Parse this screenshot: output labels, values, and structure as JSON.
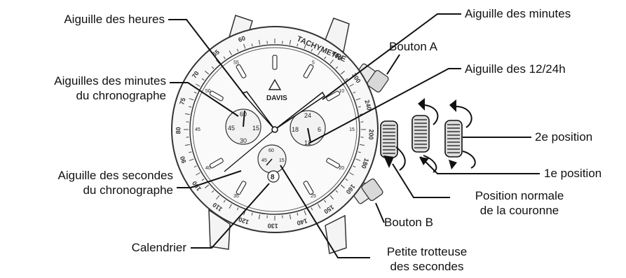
{
  "labels": {
    "hour_hand": "Aiguille des heures",
    "minute_hand": "Aiguille des minutes",
    "button_a": "Bouton A",
    "hand_12_24h": "Aiguille des 12/24h",
    "chrono_minute_hands": [
      "Aiguilles des minutes",
      "du chronographe"
    ],
    "second_position": "2e position",
    "first_position": "1e position",
    "chrono_second_hand": [
      "Aiguille des secondes",
      "du chronographe"
    ],
    "crown_normal_position": [
      "Position normale",
      "de la couronne"
    ],
    "button_b": "Bouton B",
    "calendar": "Calendrier",
    "small_seconds": [
      "Petite trotteuse",
      "des secondes"
    ]
  },
  "watch": {
    "brand": "DAVIS",
    "bezel_word": "TACHYMETRE",
    "bezel_numbers": [
      "60",
      "65",
      "70",
      "75",
      "80",
      "90",
      "100",
      "110",
      "120",
      "130",
      "140",
      "150",
      "160",
      "180",
      "200",
      "240",
      "300",
      "400"
    ],
    "dial_minute_marks": [
      "5",
      "10",
      "15",
      "20",
      "25",
      "35",
      "40",
      "45",
      "50",
      "55"
    ],
    "left_subdial": [
      "60",
      "15",
      "30",
      "45"
    ],
    "right_subdial": [
      "24",
      "6",
      "12",
      "18"
    ],
    "bottom_subdial": [
      "60",
      "15",
      "45"
    ],
    "date": "8"
  }
}
